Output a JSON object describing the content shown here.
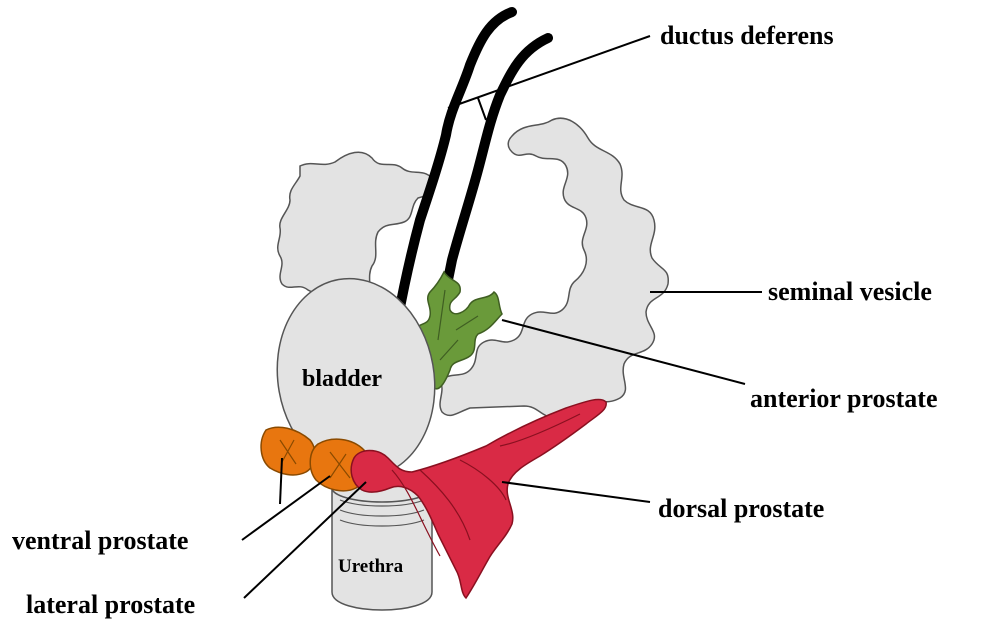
{
  "labels": {
    "ductus_deferens": "ductus deferens",
    "seminal_vesicle": "seminal vesicle",
    "anterior_prostate": "anterior prostate",
    "dorsal_prostate": "dorsal prostate",
    "ventral_prostate": "ventral prostate",
    "lateral_prostate": "lateral prostate",
    "bladder": "bladder",
    "urethra": "Urethra"
  },
  "colors": {
    "seminal_vesicle": "#e3e3e3",
    "bladder": "#e3e3e3",
    "urethra": "#e3e3e3",
    "anterior_prostate": "#6a9a3a",
    "dorsal_prostate": "#d92a45",
    "ventral_prostate": "#e8760f",
    "lateral_prostate": "#e8760f",
    "ductus_deferens": "#000000",
    "outline": "#555555"
  }
}
